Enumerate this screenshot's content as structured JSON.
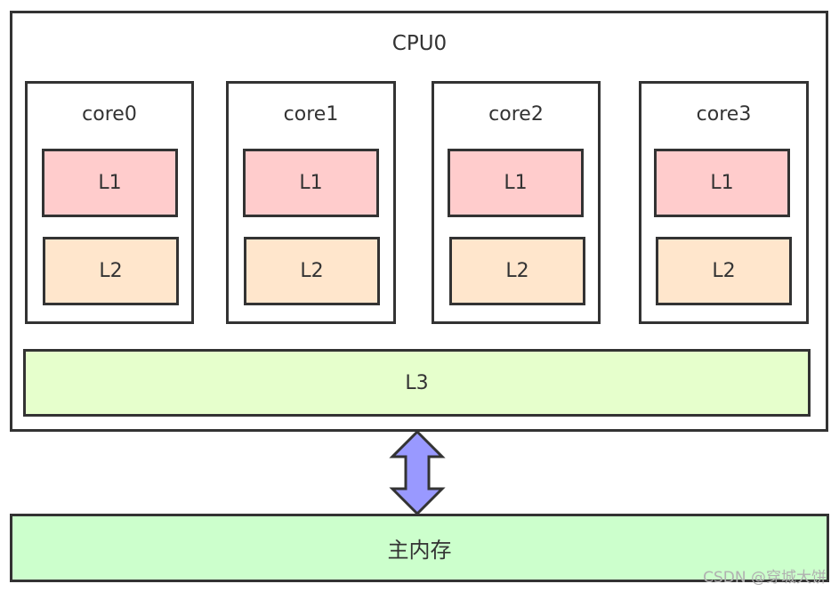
{
  "cpu": {
    "title": "CPU0",
    "cores": [
      {
        "name": "core0",
        "l1": "L1",
        "l2": "L2"
      },
      {
        "name": "core1",
        "l1": "L1",
        "l2": "L2"
      },
      {
        "name": "core2",
        "l1": "L1",
        "l2": "L2"
      },
      {
        "name": "core3",
        "l1": "L1",
        "l2": "L2"
      }
    ],
    "l3": "L3"
  },
  "memory": {
    "label": "主内存"
  },
  "watermark": "CSDN @穿城大饼",
  "colors": {
    "l1": "#ffcccc",
    "l2": "#ffe6cc",
    "l3": "#e6ffcc",
    "memory": "#ccffcc",
    "arrow": "#9999ff",
    "stroke": "#333333"
  },
  "icons": {
    "connector": "double-vertical-arrow-icon"
  }
}
